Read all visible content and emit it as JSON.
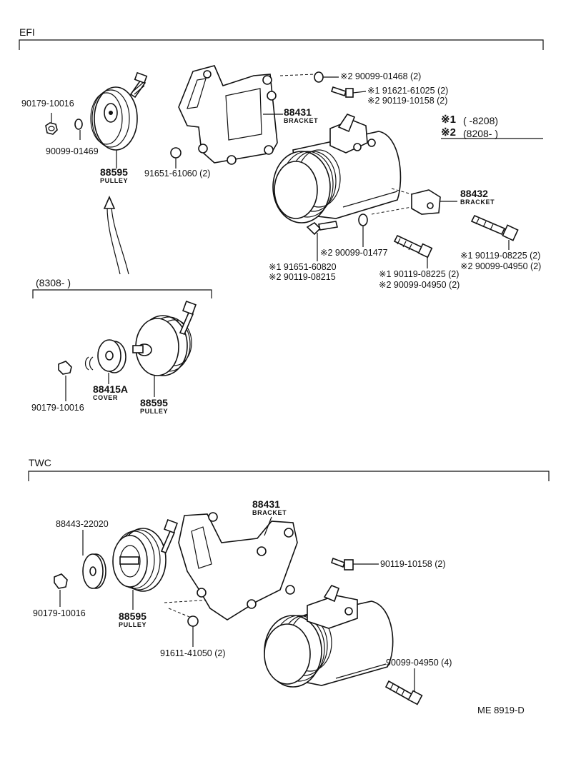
{
  "efi": {
    "section_label": "EFI",
    "legend": {
      "row1_mark": "※1",
      "row1_text": "(        -8208)",
      "row2_mark": "※2",
      "row2_text": "(8208-        )"
    },
    "labels": {
      "p90179_top": "90179-10016",
      "p90099_01469": "90099-01469",
      "p88595_top": "88595",
      "p88595_top_sub": "PULLEY",
      "p91651_61060": "91651-61060 (2)",
      "p88431": "88431",
      "p88431_sub": "BRACKET",
      "p90099_01468": "※2 90099-01468 (2)",
      "p91621": "※1 91621-61025 (2)",
      "p90119_10158": "※2 90119-10158 (2)",
      "p88432": "88432",
      "p88432_sub": "BRACKET",
      "p90099_01477": "※2 90099-01477",
      "p91651_60820": "※1 91651-60820",
      "p90119_08215": "※2 90119-08215",
      "p90119_08225_mid": "※1 90119-08225 (2)",
      "p90099_04950_mid": "※2 90099-04950 (2)",
      "p90119_08225_right": "※1 90119-08225 (2)",
      "p90099_04950_right": "※2 90099-04950 (2)"
    },
    "variant": {
      "header": "(8308-        )",
      "p90179": "90179-10016",
      "p88415a": "88415A",
      "p88415a_sub": "COVER",
      "p88595": "88595",
      "p88595_sub": "PULLEY"
    }
  },
  "twc": {
    "section_label": "TWC",
    "labels": {
      "p88443": "88443-22020",
      "p90179": "90179-10016",
      "p88595": "88595",
      "p88595_sub": "PULLEY",
      "p88431": "88431",
      "p88431_sub": "BRACKET",
      "p90119_10158": "90119-10158 (2)",
      "p91611": "91611-41050 (2)",
      "p90099_04950": "90099-04950 (4)"
    }
  },
  "figure_code": "ME 8919-D",
  "icons": [
    "pulley-icon",
    "compressor-icon",
    "bracket-icon",
    "bolt-icon",
    "nut-icon",
    "washer-icon",
    "cover-icon",
    "arrow-up-icon"
  ]
}
